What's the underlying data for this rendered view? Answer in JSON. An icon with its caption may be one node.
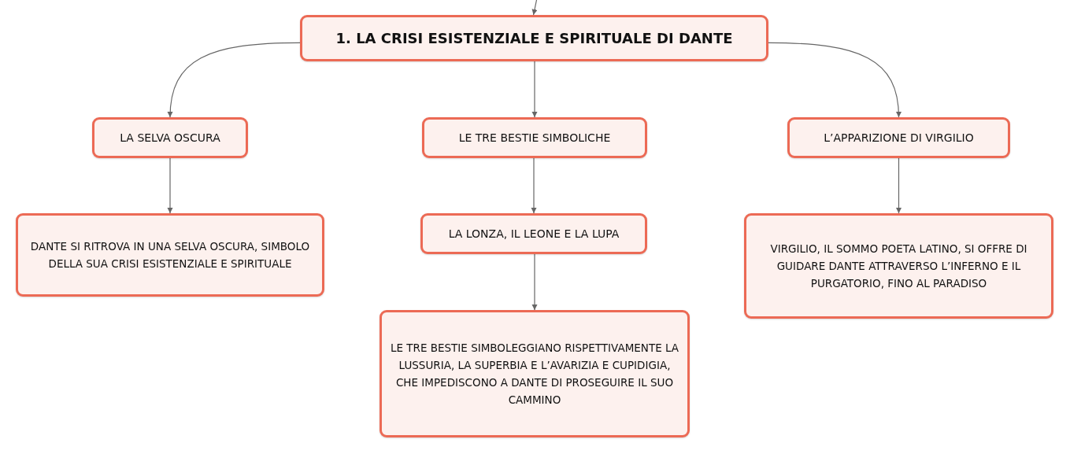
{
  "diagram": {
    "nodes": [
      {
        "text": [
          "1. LA CRISI ESISTENZIALE E SPIRITUALE DI DANTE"
        ]
      },
      {
        "text": [
          "LA SELVA OSCURA"
        ]
      },
      {
        "text": [
          "LE TRE BESTIE SIMBOLICHE"
        ]
      },
      {
        "text": [
          "L’APPARIZIONE DI VIRGILIO"
        ]
      },
      {
        "text": [
          "DANTE SI RITROVA IN UNA SELVA OSCURA, SIMBOLO DELLA SUA CRISI ESISTENZIALE E SPIRITUALE"
        ]
      },
      {
        "text": [
          "LA LONZA, IL LEONE E LA LUPA"
        ]
      },
      {
        "text": [
          "LE TRE BESTIE SIMBOLEGGIANO RISPETTIVAMENTE LA LUSSURIA, LA SUPERBIA E L’AVARIZIA E CUPIDIGIA, CHE IMPEDISCONO A DANTE DI PROSEGUIRE IL SUO CAMMINO"
        ]
      },
      {
        "text": [
          "VIRGILIO, IL SOMMO POETA LATINO, SI OFFRE DI GUIDARE DANTE ATTRAVERSO L’INFERNO E IL PURGATORIO, FINO AL PARADISO"
        ]
      }
    ],
    "edges": [
      {
        "from": null,
        "to": 0,
        "arrow": "to"
      },
      {
        "from": 0,
        "to": 1,
        "arrow": "to"
      },
      {
        "from": 0,
        "to": 2,
        "arrow": "to"
      },
      {
        "from": 0,
        "to": 3,
        "arrow": "to"
      },
      {
        "from": 1,
        "to": 4,
        "arrow": "to"
      },
      {
        "from": 2,
        "to": 5,
        "arrow": "to"
      },
      {
        "from": 5,
        "to": 6,
        "arrow": "to"
      },
      {
        "from": 3,
        "to": 7,
        "arrow": "to"
      }
    ]
  }
}
